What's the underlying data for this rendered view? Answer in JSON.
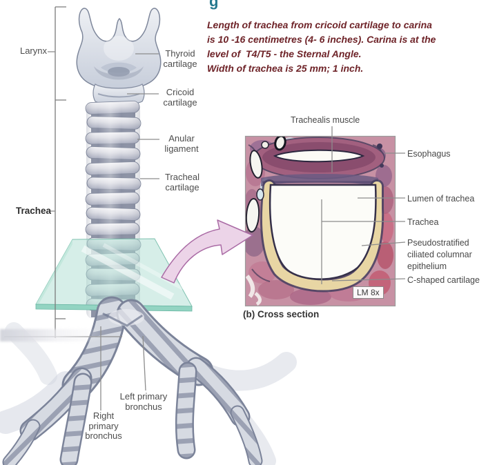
{
  "figure": {
    "heading_fragment": "g",
    "note_text": "Length of trachea from cricoid cartilage to carina\nis 10 -16 centimetres (4- 6 inches). Carina is at the\nlevel of  T4/T5 - the Sternal Angle.\nWidth of trachea is 25 mm; 1 inch.",
    "caption": "(b) Cross section",
    "magnification": "LM 8x"
  },
  "gross_labels": {
    "larynx": "Larynx",
    "thyroid_cartilage": "Thyroid\ncartilage",
    "cricoid_cartilage": "Cricoid\ncartilage",
    "anular_ligament": "Anular\nligament",
    "tracheal_cartilage": "Tracheal\ncartilage",
    "trachea": "Trachea",
    "left_primary_bronchus": "Left primary\nbronchus",
    "right_primary_bronchus": "Right\nprimary\nbronchus"
  },
  "cross_section_labels": {
    "trachealis_muscle": "Trachealis muscle",
    "esophagus": "Esophagus",
    "lumen_of_trachea": "Lumen of trachea",
    "trachea": "Trachea",
    "pseudostratified_epithelium": "Pseudostratified\nciliated columnar\nepithelium",
    "c_shaped_cartilage": "C-shaped cartilage"
  },
  "colors": {
    "note_text": "#6e2328",
    "heading_teal": "#25798e",
    "label_text": "#4d4d4d",
    "leader_line": "#8c8c8c",
    "glass_plane_teal": "#addecd",
    "arrow_pink": "#ecd4e8",
    "cartilage_cream": "#e8d6a4",
    "histology_pink": "#c791a4"
  }
}
